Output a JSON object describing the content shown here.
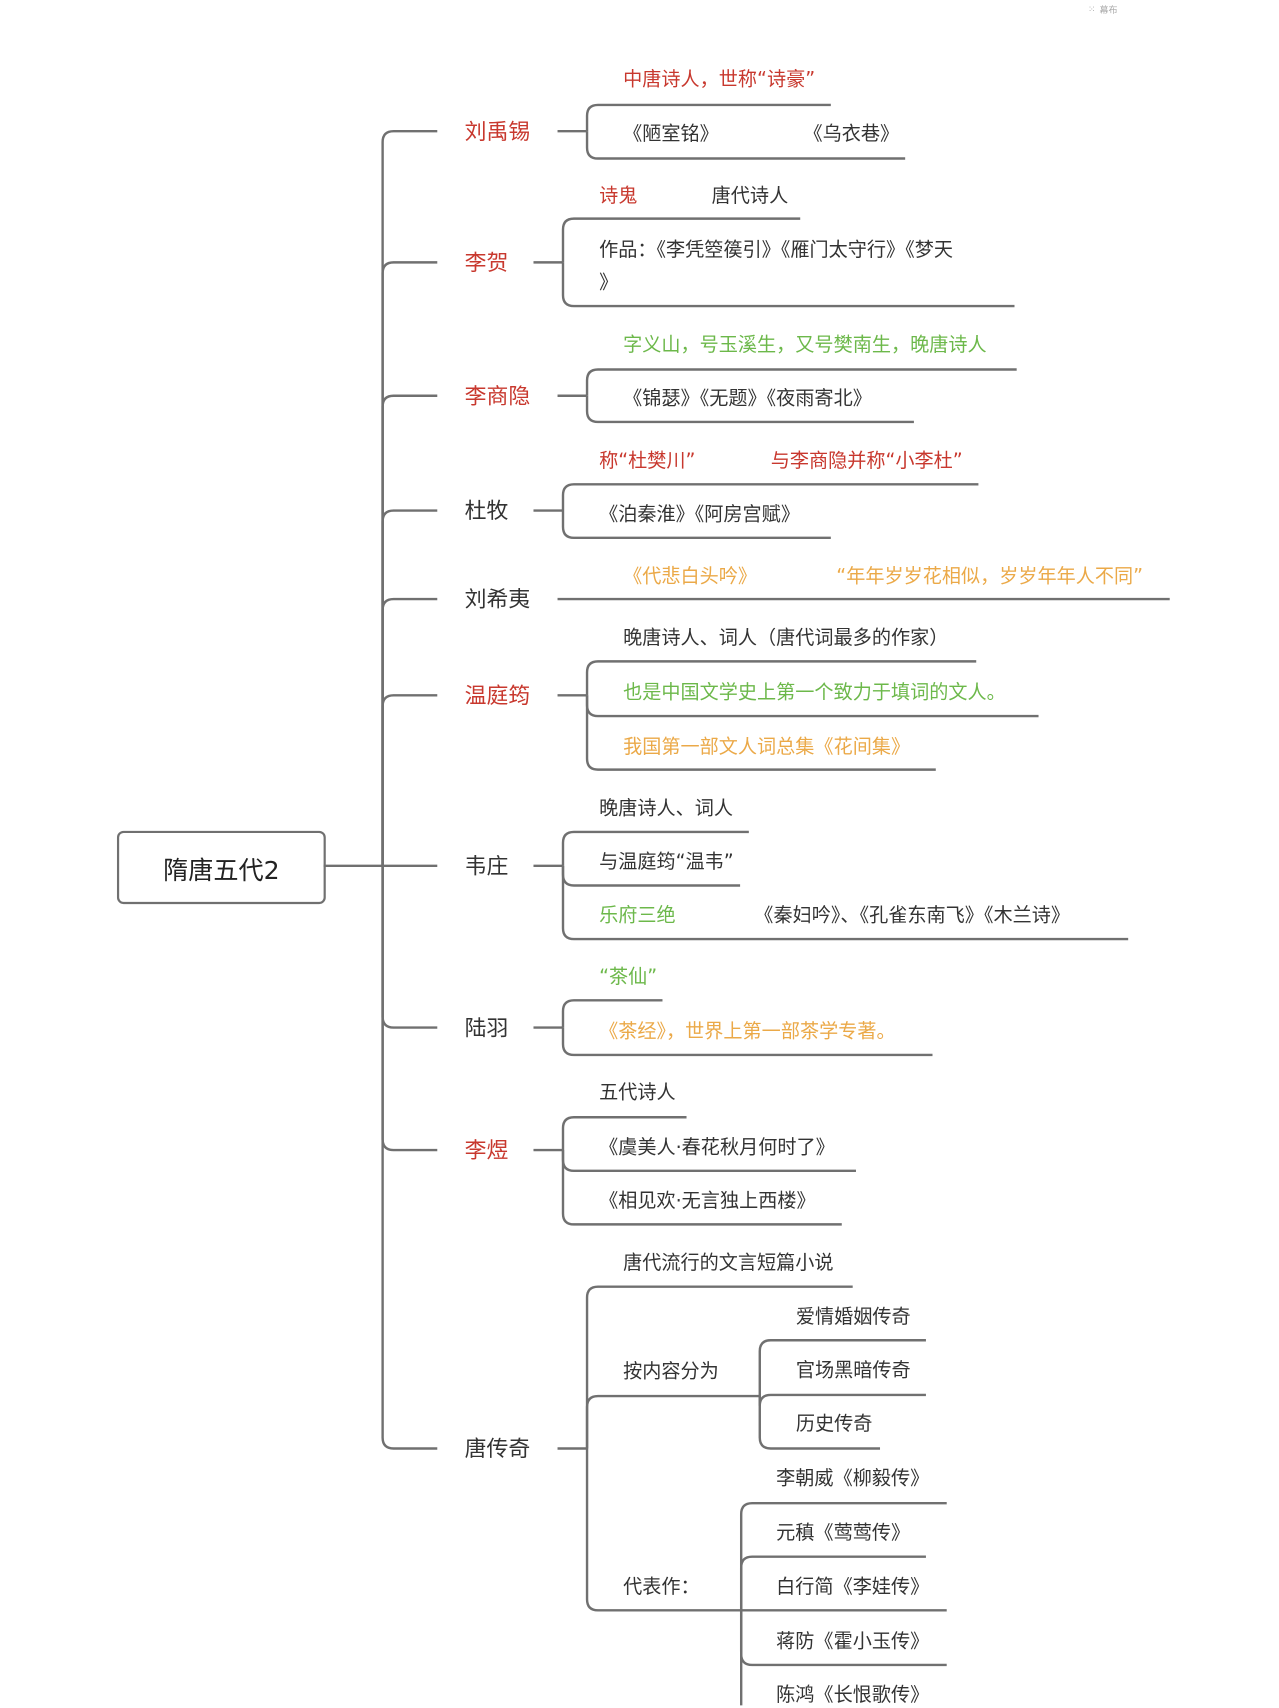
{
  "watermark": {
    "icon": "canvas-icon",
    "text": "幕布"
  },
  "root": "隋唐五代2",
  "colors": {
    "red": "#c8382e",
    "green": "#6cb84a",
    "orange": "#eba948",
    "black": "#333333",
    "line": "#707070"
  },
  "branches": [
    {
      "name": "刘禹锡",
      "color": "red",
      "leaves": [
        {
          "parts": [
            {
              "text": "中唐诗人，世称“诗豪”",
              "color": "red"
            }
          ]
        },
        {
          "parts": [
            {
              "text": "《陋室铭》",
              "color": "black"
            },
            {
              "text": "《乌衣巷》",
              "color": "black"
            }
          ]
        }
      ]
    },
    {
      "name": "李贺",
      "color": "red",
      "leaves": [
        {
          "parts": [
            {
              "text": "诗鬼",
              "color": "red"
            },
            {
              "text": "唐代诗人",
              "color": "black"
            }
          ]
        },
        {
          "parts": [
            {
              "text": "作品：《李凭箜篌引》《雁门太守行》《梦天",
              "color": "black"
            },
            {
              "text": "》",
              "color": "black"
            }
          ]
        }
      ]
    },
    {
      "name": "李商隐",
      "color": "red",
      "leaves": [
        {
          "parts": [
            {
              "text": "字义山，号玉溪生，又号樊南生，晚唐诗人",
              "color": "green"
            }
          ]
        },
        {
          "parts": [
            {
              "text": "《锦瑟》《无题》《夜雨寄北》",
              "color": "black"
            }
          ]
        }
      ]
    },
    {
      "name": "杜牧",
      "color": "black",
      "leaves": [
        {
          "parts": [
            {
              "text": "称“杜樊川”",
              "color": "red"
            },
            {
              "text": "与李商隐并称“小李杜”",
              "color": "red"
            }
          ]
        },
        {
          "parts": [
            {
              "text": "《泊秦淮》《阿房宫赋》",
              "color": "black"
            }
          ]
        }
      ]
    },
    {
      "name": "刘希夷",
      "color": "black",
      "leaves": [
        {
          "parts": [
            {
              "text": "《代悲白头吟》",
              "color": "orange"
            },
            {
              "text": "“年年岁岁花相似，岁岁年年人不同”",
              "color": "orange"
            }
          ]
        }
      ]
    },
    {
      "name": "温庭筠",
      "color": "red",
      "leaves": [
        {
          "parts": [
            {
              "text": "晚唐诗人、词人（唐代词最多的作家）",
              "color": "black"
            }
          ]
        },
        {
          "parts": [
            {
              "text": "也是中国文学史上第一个致力于填词的文人。",
              "color": "green"
            }
          ]
        },
        {
          "parts": [
            {
              "text": "我国第一部文人词总集《花间集》",
              "color": "orange"
            }
          ]
        }
      ]
    },
    {
      "name": "韦庄",
      "color": "black",
      "leaves": [
        {
          "parts": [
            {
              "text": "晚唐诗人、词人",
              "color": "black"
            }
          ]
        },
        {
          "parts": [
            {
              "text": "与温庭筠“温韦”",
              "color": "black"
            }
          ]
        },
        {
          "parts": [
            {
              "text": "乐府三绝",
              "color": "green"
            },
            {
              "text": "《秦妇吟》、《孔雀东南飞》《木兰诗》",
              "color": "black"
            }
          ]
        }
      ]
    },
    {
      "name": "陆羽",
      "color": "black",
      "leaves": [
        {
          "parts": [
            {
              "text": "“茶仙”",
              "color": "green"
            }
          ]
        },
        {
          "parts": [
            {
              "text": "《茶经》，世界上第一部茶学专著。",
              "color": "orange"
            }
          ]
        }
      ]
    },
    {
      "name": "李煜",
      "color": "red",
      "leaves": [
        {
          "parts": [
            {
              "text": "五代诗人",
              "color": "black"
            }
          ]
        },
        {
          "parts": [
            {
              "text": "《虞美人·春花秋月何时了》",
              "color": "black"
            }
          ]
        },
        {
          "parts": [
            {
              "text": "《相见欢·无言独上西楼》",
              "color": "black"
            }
          ]
        }
      ]
    },
    {
      "name": "唐传奇",
      "color": "black",
      "leaves": [
        {
          "parts": [
            {
              "text": "唐代流行的文言短篇小说",
              "color": "black"
            }
          ]
        },
        {
          "parts": [
            {
              "text": "按内容分为",
              "color": "black"
            }
          ],
          "children": [
            {
              "parts": [
                {
                  "text": "爱情婚姻传奇",
                  "color": "black"
                }
              ]
            },
            {
              "parts": [
                {
                  "text": "官场黑暗传奇",
                  "color": "black"
                }
              ]
            },
            {
              "parts": [
                {
                  "text": "历史传奇",
                  "color": "black"
                }
              ]
            }
          ]
        },
        {
          "parts": [
            {
              "text": "代表作：",
              "color": "black"
            }
          ],
          "children": [
            {
              "parts": [
                {
                  "text": "李朝威《柳毅传》",
                  "color": "black"
                }
              ]
            },
            {
              "parts": [
                {
                  "text": "元稹《莺莺传》",
                  "color": "black"
                }
              ]
            },
            {
              "parts": [
                {
                  "text": "白行简《李娃传》",
                  "color": "black"
                }
              ]
            },
            {
              "parts": [
                {
                  "text": "蒋防《霍小玉传》",
                  "color": "black"
                }
              ]
            },
            {
              "parts": [
                {
                  "text": "陈鸿《长恨歌传》",
                  "color": "black"
                }
              ]
            }
          ]
        }
      ]
    }
  ]
}
